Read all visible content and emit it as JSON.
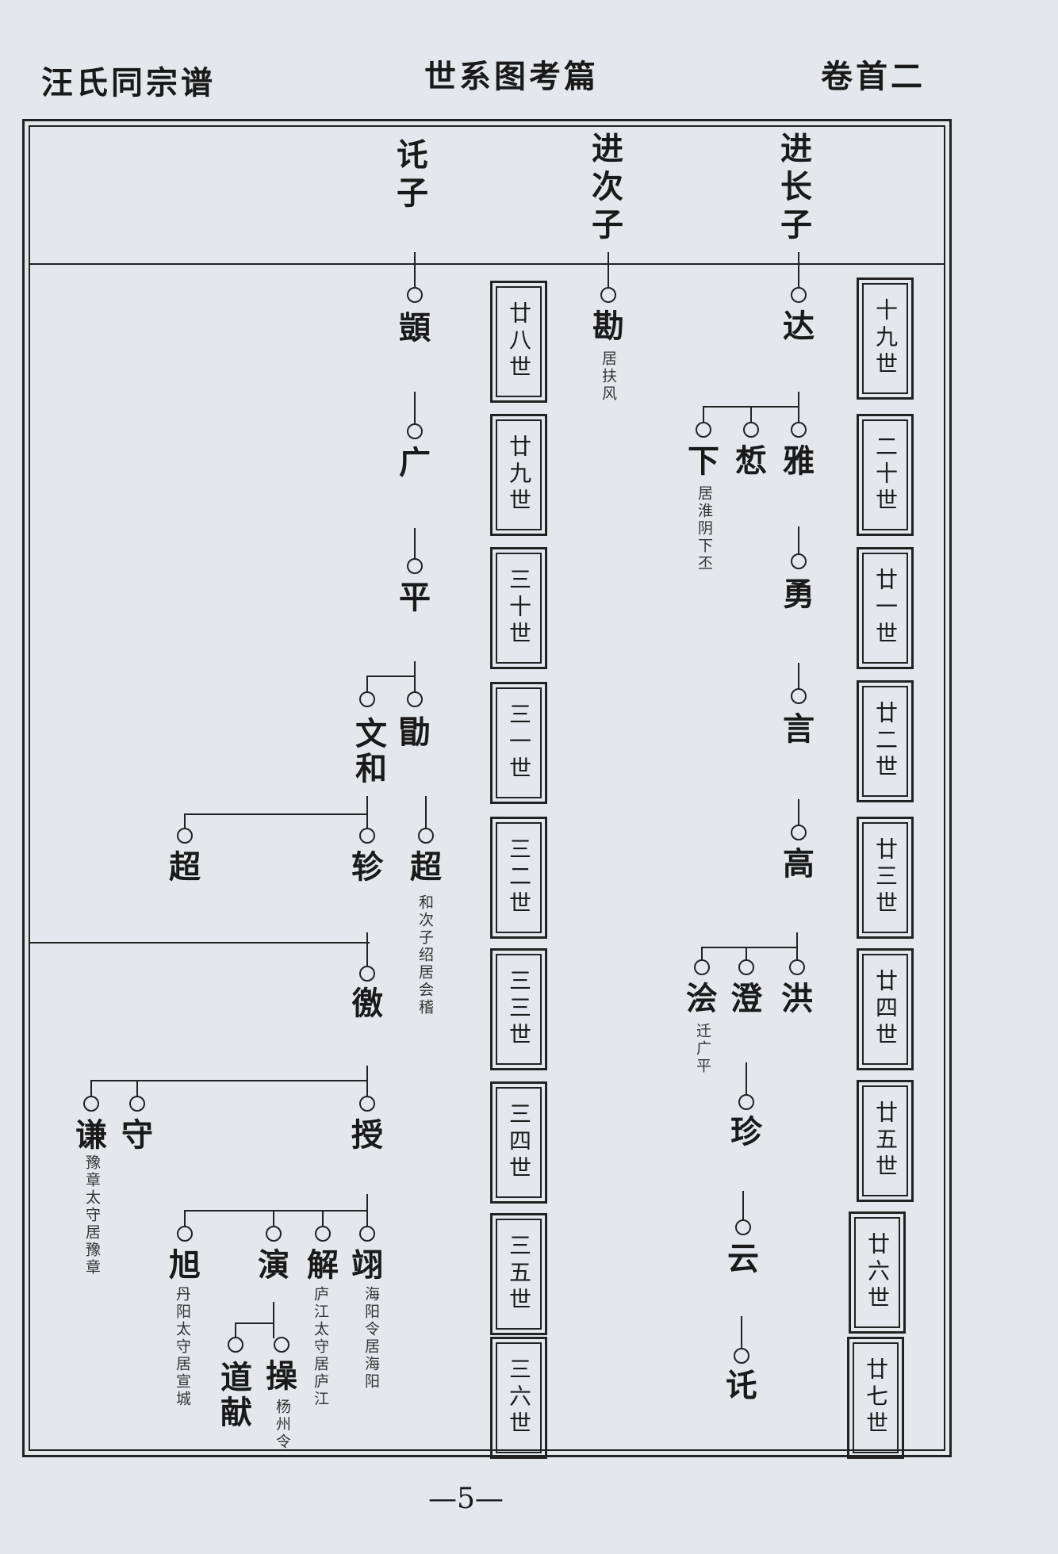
{
  "header": {
    "left": "汪氏同宗谱",
    "center": "世系图考篇",
    "right": "卷首二"
  },
  "page_number": "—5—",
  "columns": {
    "col1": "进长子",
    "col2": "进次子",
    "col3": "讬子"
  },
  "generations_left": [
    "廿八世",
    "廿九世",
    "三十世",
    "三一世",
    "三二世",
    "三三世",
    "三四世",
    "三五世",
    "三六世"
  ],
  "generations_right": [
    "十九世",
    "二十世",
    "廿一世",
    "廿二世",
    "廿三世",
    "廿四世",
    "廿五世",
    "廿六世",
    "廿七世"
  ],
  "names": {
    "da": "达",
    "ya": "雅",
    "xie": "惁",
    "xia": "下",
    "yong": "勇",
    "yan": "言",
    "gao": "高",
    "hong": "洪",
    "cheng": "澄",
    "kuai": "浍",
    "zhen": "珍",
    "yun": "云",
    "tuo": "讬",
    "kan": "勘",
    "gu": "顗",
    "guang": "广",
    "ping": "平",
    "xu": "勖",
    "wenhe": "文和",
    "chao_a": "超",
    "zhen2": "轸",
    "chao_b": "超",
    "jiao": "徼",
    "shou": "授",
    "shou2": "守",
    "qian": "谦",
    "yi": "翊",
    "jie": "解",
    "yan2": "演",
    "xu2": "旭",
    "cao": "操",
    "daoxian": "道献"
  },
  "notes": {
    "kan": "居扶风",
    "xia": "居淮阴下丕",
    "kuai": "迁广平",
    "chao_b": "和次子绍居会稽",
    "qian": "豫章太守居豫章",
    "yi": "海阳令居海阳",
    "jie": "庐江太守居庐江",
    "xu2": "丹阳太守居宣城",
    "cao": "杨州令"
  }
}
